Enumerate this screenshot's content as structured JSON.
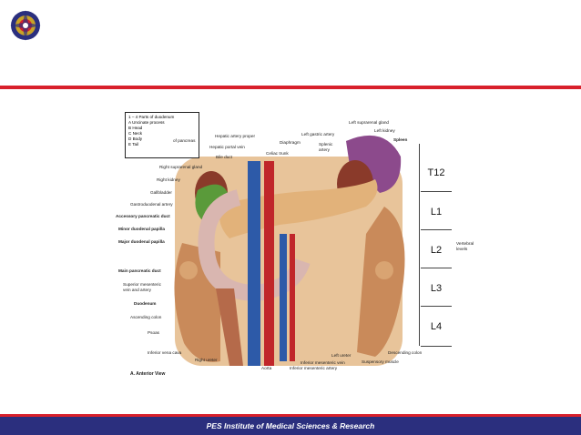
{
  "legend": {
    "title": "1 – 4  Parts of duodenum",
    "items": [
      "A  Uncinate process",
      "B  Head",
      "C  Neck",
      "D  Body",
      "E  Tail"
    ],
    "group_label": "of pancreas"
  },
  "labels_left": [
    "Right suprarenal gland",
    "Right kidney",
    "Gallbladder",
    "Gastroduodenal artery",
    "Accessory pancreatic duct",
    "Minor duodenal papilla",
    "Major duodenal papilla",
    "Main pancreatic duct",
    "Superior mesenteric vein and artery",
    "Duodenum",
    "Ascending colon",
    "Psoas",
    "Inferior vena cava",
    "Right ureter",
    "Aorta"
  ],
  "labels_top": [
    "Hepatic artery proper",
    "Hepatic portal vein",
    "Bile duct",
    "Celiac trunk",
    "Diaphragm",
    "Left gastric artery",
    "Splenic artery",
    "Left suprarenal gland",
    "Left kidney",
    "Spleen"
  ],
  "labels_bottom": [
    "Inferior mesenteric artery",
    "Inferior mesenteric vein",
    "Left ureter",
    "Suspensory muscle",
    "Descending colon"
  ],
  "levels": [
    "T12",
    "L1",
    "L2",
    "L3",
    "L4"
  ],
  "vertebral_label": "Vertebral levels",
  "figure_caption": "A. Anterior View",
  "footer": "PES Institute of Medical Sciences & Research"
}
